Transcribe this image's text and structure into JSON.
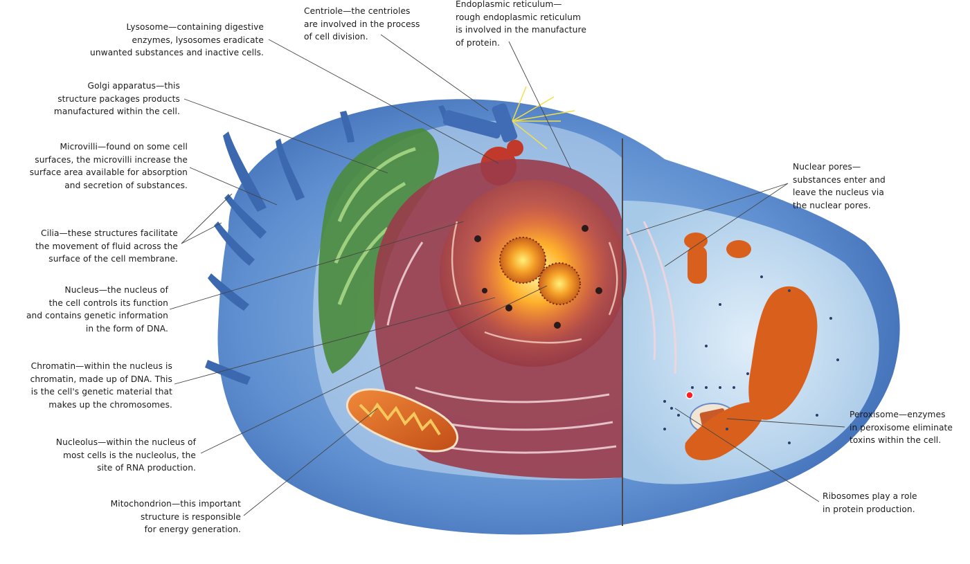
{
  "labels": {
    "lysosome": [
      "Lysosome—containing digestive",
      "enzymes, lysosomes eradicate",
      "unwanted substances and inactive cells."
    ],
    "centriole": [
      "Centriole—the centrioles",
      "are involved in the process",
      "of cell division."
    ],
    "er": [
      "Endoplasmic reticulum—",
      "rough endoplasmic reticulum",
      "is involved in the manufacture",
      "of protein."
    ],
    "golgi": [
      "Golgi apparatus—this",
      "structure packages products",
      "manufactured within the cell."
    ],
    "microvilli": [
      "Microvilli—found on some cell",
      "surfaces, the microvilli increase the",
      "surface area available for absorption",
      "and secretion of substances."
    ],
    "cilia": [
      "Cilia—these structures facilitate",
      "the movement of fluid across the",
      "surface of the cell membrane."
    ],
    "nucleus": [
      "Nucleus—the nucleus of",
      "the cell controls its function",
      "and contains genetic information",
      "in the form of DNA."
    ],
    "chromatin": [
      "Chromatin—within the nucleus is",
      "chromatin, made up of DNA. This",
      "is the cell's genetic material that",
      "makes up the chromosomes."
    ],
    "nucleolus": [
      "Nucleolus—within the nucleus of",
      "most cells is the nucleolus, the",
      "site of RNA production."
    ],
    "mitochondrion": [
      "Mitochondrion—this important",
      "structure is responsible",
      "for energy generation."
    ],
    "nuclear_pores": [
      "Nuclear pores—",
      "substances enter and",
      "leave the nucleus via",
      "the nuclear pores."
    ],
    "peroxisome": [
      "Peroxisome—enzymes",
      "in peroxisome eliminate",
      "toxins within the cell."
    ],
    "ribosomes": [
      "Ribosomes play a role",
      "in protein production."
    ]
  },
  "colors": {
    "membrane_blue": "#4f7fc4",
    "cytoplasm_light": "#cfe4f5",
    "nucleus_red": "#a8424f",
    "nucleolus_orange": "#f5a22a",
    "golgi_green": "#4a8b3c",
    "mitochondrion_orange": "#d9601c"
  }
}
